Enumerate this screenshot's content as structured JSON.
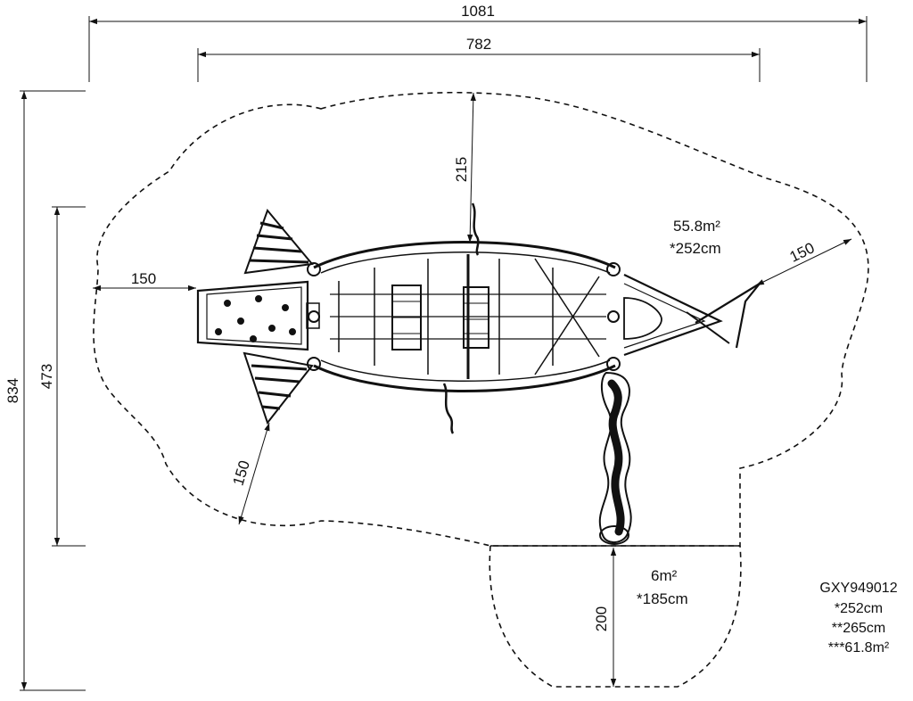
{
  "dimensions": {
    "overall_width": "1081",
    "equipment_width": "782",
    "overall_height": "834",
    "equipment_height": "473",
    "left_clearance": "150",
    "top_clearance": "215",
    "right_clearance": "150",
    "lower_left_clearance": "150",
    "slide_clearance": "200"
  },
  "zones": {
    "main": {
      "area": "55.8m²",
      "fall_height": "*252cm"
    },
    "slide": {
      "area": "6m²",
      "fall_height": "*185cm"
    }
  },
  "model": {
    "code": "GXY949012",
    "line1": "*252cm",
    "line2": "**265cm",
    "line3": "***61.8m²"
  },
  "colors": {
    "ink": "#111111",
    "background": "#ffffff"
  }
}
